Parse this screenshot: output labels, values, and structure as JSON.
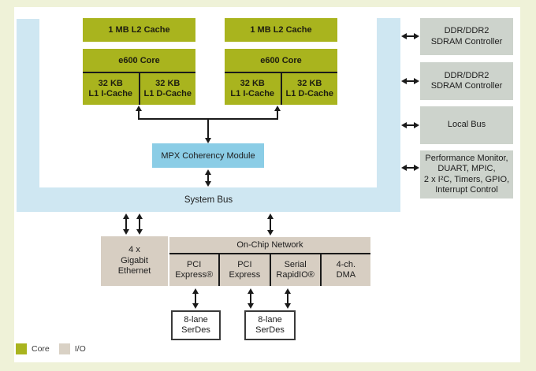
{
  "colors": {
    "core_green": "#a9b41e",
    "io_tan": "#d7cec2",
    "io_gray": "#cdd3cc",
    "bus_blue": "#cfe7f2",
    "mpx_blue": "#8bcde6",
    "background_cream": "#eff2d8"
  },
  "chip": {
    "clusters": [
      {
        "l2_label": "1 MB L2 Cache",
        "core_label": "e600 Core",
        "l1i_line1": "32 KB",
        "l1i_line2": "L1 I-Cache",
        "l1d_line1": "32 KB",
        "l1d_line2": "L1 D-Cache"
      },
      {
        "l2_label": "1 MB L2 Cache",
        "core_label": "e600 Core",
        "l1i_line1": "32 KB",
        "l1i_line2": "L1 I-Cache",
        "l1d_line1": "32 KB",
        "l1d_line2": "L1 D-Cache"
      }
    ],
    "mpx_label": "MPX Coherency Module",
    "system_bus_label": "System Bus"
  },
  "right_blocks": [
    {
      "lines": [
        "DDR/DDR2",
        "SDRAM Controller"
      ]
    },
    {
      "lines": [
        "DDR/DDR2",
        "SDRAM Controller"
      ]
    },
    {
      "lines": [
        "Local Bus"
      ]
    },
    {
      "lines": [
        "Performance Monitor,",
        "DUART, MPIC,",
        "2 x I²C, Timers, GPIO,",
        "Interrupt Control"
      ]
    }
  ],
  "bottom": {
    "gigabit": {
      "lines": [
        "4 x",
        "Gigabit",
        "Ethernet"
      ]
    },
    "onchip_header": "On-Chip Network",
    "onchip_cells": [
      {
        "line1": "PCI",
        "line2": "Express®"
      },
      {
        "line1": "PCI",
        "line2": "Express"
      },
      {
        "line1": "Serial",
        "line2": "RapidIO®"
      },
      {
        "line1": "4-ch.",
        "line2": "DMA"
      }
    ],
    "serdes": [
      {
        "line1": "8-lane",
        "line2": "SerDes"
      },
      {
        "line1": "8-lane",
        "line2": "SerDes"
      }
    ]
  },
  "legend": {
    "core_label": "Core",
    "io_label": "I/O"
  }
}
